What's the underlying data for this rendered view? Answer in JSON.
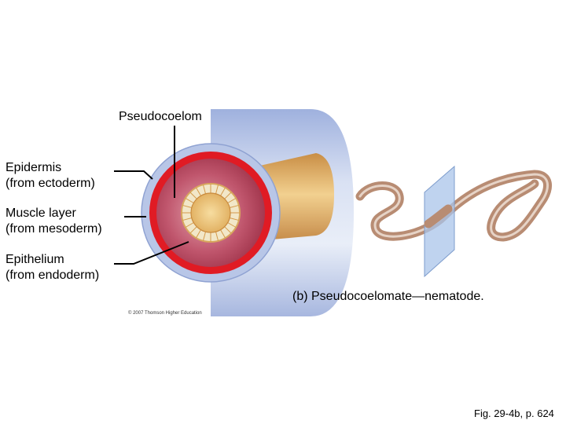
{
  "labels": {
    "pseudocoelom": "Pseudocoelom",
    "epidermis": {
      "line1": "Epidermis",
      "line2": "(from ectoderm)"
    },
    "muscle_layer": {
      "line1": "Muscle layer",
      "line2": "(from mesoderm)"
    },
    "epithelium": {
      "line1": "Epithelium",
      "line2": "(from endoderm)"
    }
  },
  "caption": "(b) Pseudocoelomate—nematode.",
  "copyright": "© 2007 Thomson Higher Education",
  "figure_ref": "Fig. 29-4b, p. 624",
  "colors": {
    "tube_outer": "#b9c6e6",
    "muscle_ring": "#e01b24",
    "pseudocoelom_fill": "#b2475e",
    "gut": "#e8b55a",
    "leader": "#000000"
  }
}
